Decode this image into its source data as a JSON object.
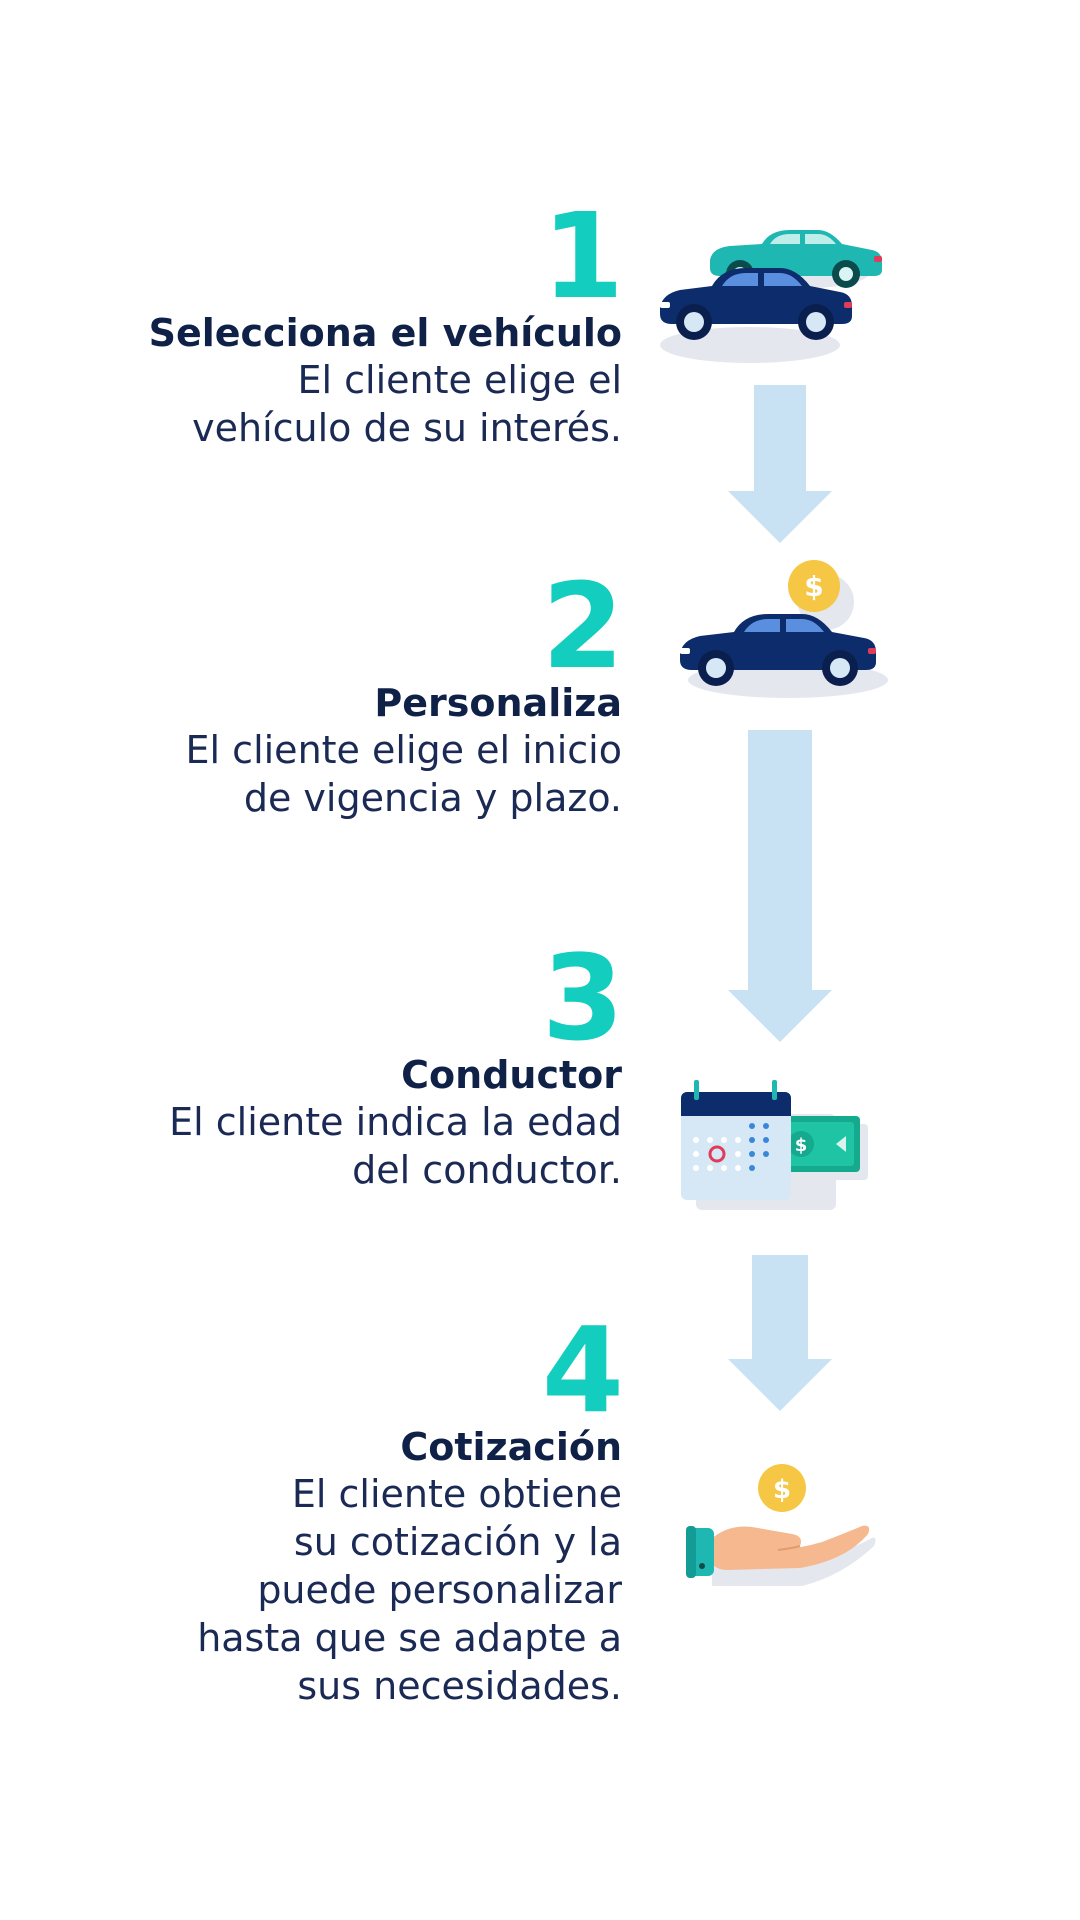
{
  "colors": {
    "accent": "#13cdbe",
    "text": "#0f2147",
    "arrow": "#c8e2f3",
    "car_dark": "#0d2c6c",
    "car_teal": "#1eb7b1",
    "coin": "#f5c744",
    "money": "#15a98d",
    "hand": "#f5b88f"
  },
  "steps": [
    {
      "number": "1",
      "title": "Selecciona el vehículo",
      "description": [
        "El cliente elige el",
        "vehículo de su interés."
      ],
      "icon": "two-cars-icon"
    },
    {
      "number": "2",
      "title": "Personaliza",
      "description": [
        "El cliente elige el inicio",
        "de vigencia y plazo."
      ],
      "icon": "car-with-coin-icon"
    },
    {
      "number": "3",
      "title": "Conductor",
      "description": [
        "El cliente indica la edad",
        "del conductor."
      ],
      "icon": "calendar-money-icon"
    },
    {
      "number": "4",
      "title": "Cotización",
      "description": [
        "El cliente obtiene",
        "su cotización y la",
        "puede personalizar",
        "hasta que se adapte a",
        "sus necesidades."
      ],
      "icon": "hand-coin-icon"
    }
  ]
}
